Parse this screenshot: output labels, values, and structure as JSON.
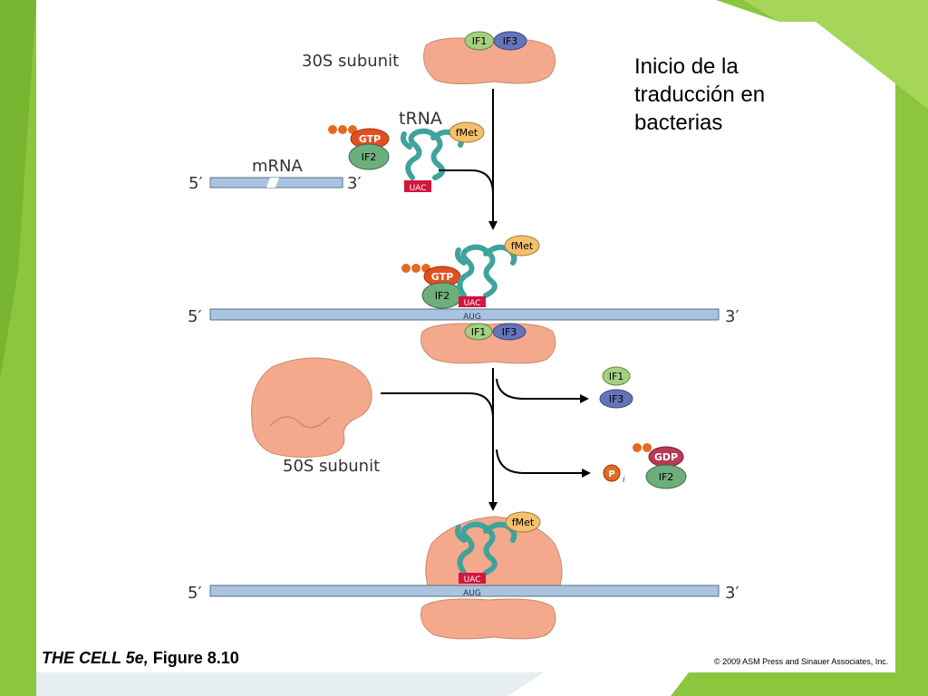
{
  "slide": {
    "title": "Inicio de la\ntraducción en\nbacterias",
    "credit_book": "THE CELL 5e,",
    "credit_figure": "Figure 8.10",
    "copyright": "© 2009 ASM Press and Sinauer Associates, Inc."
  },
  "labels": {
    "subunit_30s": "30S subunit",
    "subunit_50s": "50S subunit",
    "trna": "tRNA",
    "mrna": "mRNA",
    "five_prime": "5′",
    "three_prime": "3′",
    "fmet": "fMet",
    "gtp": "GTP",
    "gdp": "GDP",
    "if1": "IF1",
    "if2": "IF2",
    "if3": "IF3",
    "uac": "UAC",
    "aug": "AUG",
    "pi": "P",
    "pi_sub": "i"
  },
  "colors": {
    "ribosome": "#f4a98c",
    "if1": "#a6cf82",
    "if2": "#6dae7c",
    "if3": "#6574b8",
    "gtp": "#e2501f",
    "gdp": "#b83a55",
    "phosphate": "#e36a1f",
    "fmet": "#f5c06e",
    "trna": "#3fa39c",
    "anticodon": "#d3153f",
    "mrna": "#a9c3e0",
    "accent_green": "#8cc63e"
  }
}
